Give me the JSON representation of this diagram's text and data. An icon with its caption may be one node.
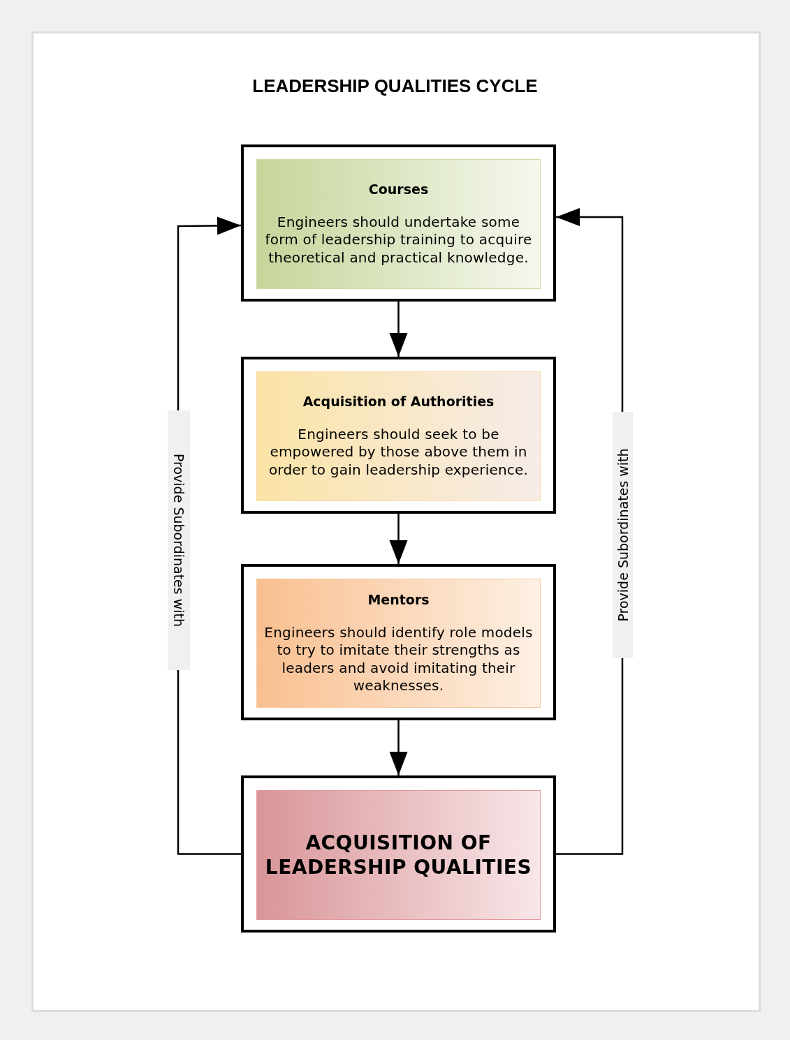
{
  "diagram": {
    "title": "LEADERSHIP QUALITIES CYCLE",
    "nodes": [
      {
        "text": [
          "Courses",
          "Engineers should undertake some form of leadership training to acquire theoretical and practical knowledge."
        ]
      },
      {
        "text": [
          "Acquisition of Authorities",
          "Engineers should seek to be empowered by those above them in order to gain leadership experience."
        ]
      },
      {
        "text": [
          "Mentors",
          "Engineers should identify role models to try to imitate their strengths as leaders and avoid imitating their weaknesses."
        ]
      },
      {
        "text": [
          "ACQUISITION OF LEADERSHIP QUALITIES"
        ]
      }
    ],
    "edges": [
      {
        "from": 0,
        "to": 1,
        "arrow": "to"
      },
      {
        "from": 1,
        "to": 2,
        "arrow": "to"
      },
      {
        "from": 2,
        "to": 3,
        "arrow": "to"
      },
      {
        "from": 3,
        "to": 0,
        "arrow": "to",
        "label": "Provide Subordinates with"
      },
      {
        "from": 3,
        "to": 0,
        "arrow": "to",
        "label": "Provide Subordinates with"
      }
    ]
  }
}
